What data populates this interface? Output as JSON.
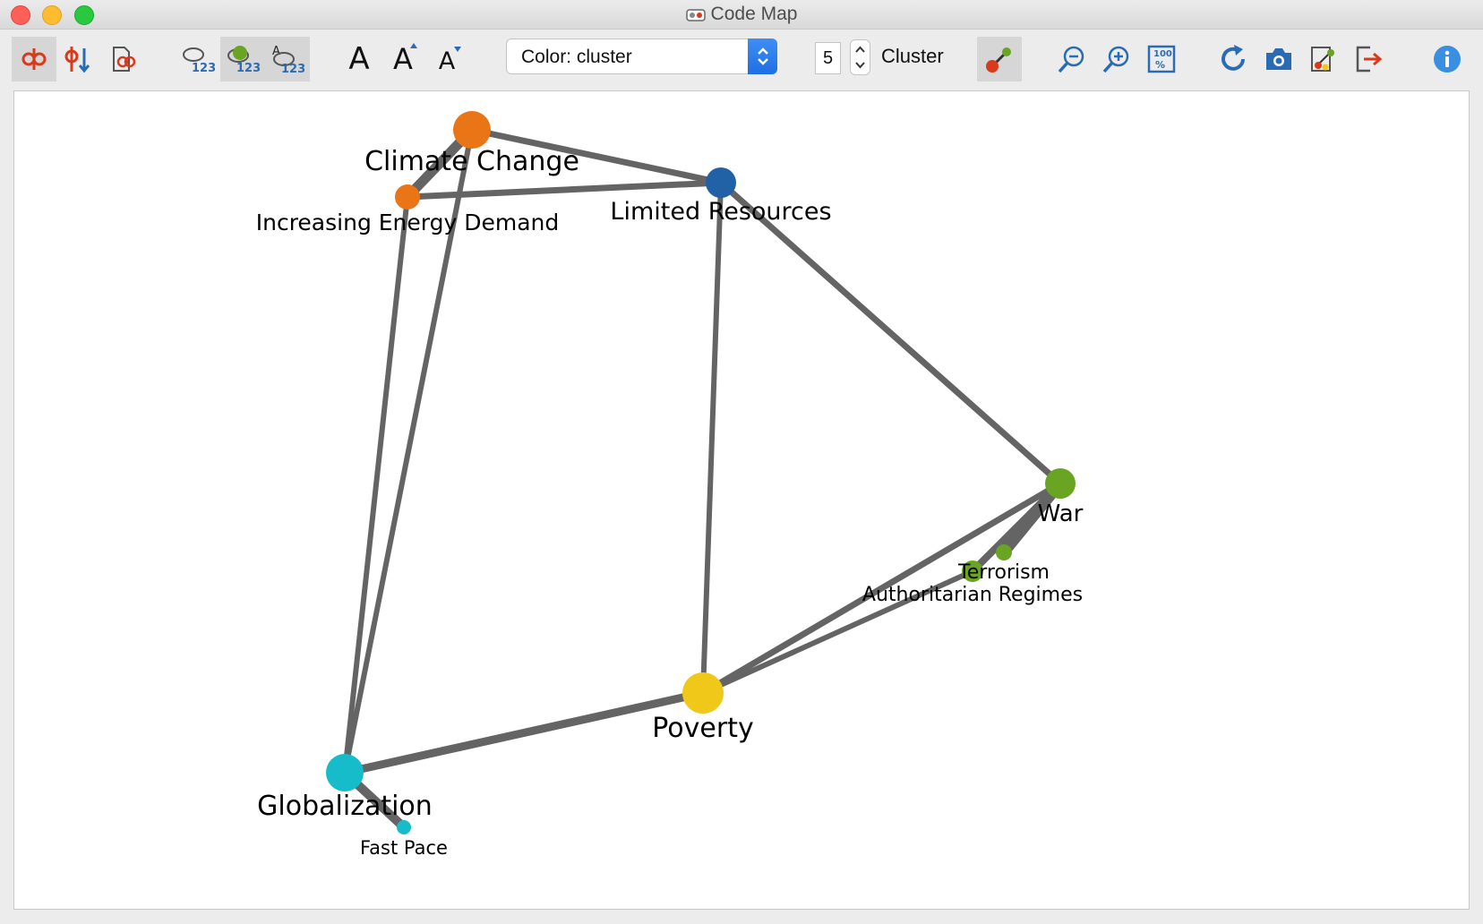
{
  "window": {
    "title": "Code Map"
  },
  "toolbar": {
    "buttons": [
      {
        "name": "link-codes-button",
        "icon": "link-codes-icon",
        "active": true
      },
      {
        "name": "sort-codes-button",
        "icon": "sort-codes-icon",
        "active": false
      },
      {
        "name": "document-codes-button",
        "icon": "document-codes-icon",
        "active": false
      },
      {
        "name": "show-frequency-button",
        "icon": "frequency-icon",
        "active": false
      },
      {
        "name": "show-node-frequency-button",
        "icon": "node-frequency-icon",
        "active": true
      },
      {
        "name": "show-label-frequency-button",
        "icon": "label-frequency-icon",
        "active": true
      }
    ],
    "font_buttons": [
      "A",
      "A",
      "A"
    ],
    "color_select": {
      "label": "Color: cluster"
    },
    "cluster_count": "5",
    "cluster_label": "Cluster",
    "zoom_icons": [
      "zoom-out-icon",
      "zoom-in-icon",
      "zoom-100-icon"
    ],
    "right_icons": [
      "refresh-icon",
      "camera-icon",
      "export-map-icon",
      "exit-icon",
      "info-icon"
    ]
  },
  "colors": {
    "orange": "#ea7516",
    "blue": "#2161a5",
    "green": "#69a423",
    "yellow": "#f0c81a",
    "cyan": "#17bccb",
    "edge": "#646464",
    "accent_red": "#d93a1c",
    "icon_blue": "#2a6cb3"
  },
  "map": {
    "nodes": [
      {
        "id": "climate",
        "label": "Climate Change",
        "cluster": "orange"
      },
      {
        "id": "energy",
        "label": "Increasing Energy Demand",
        "cluster": "orange"
      },
      {
        "id": "resources",
        "label": "Limited Resources",
        "cluster": "blue"
      },
      {
        "id": "war",
        "label": "War",
        "cluster": "green"
      },
      {
        "id": "terrorism",
        "label": "Terrorism",
        "cluster": "green"
      },
      {
        "id": "authoritarian",
        "label": "Authoritarian Regimes",
        "cluster": "green"
      },
      {
        "id": "poverty",
        "label": "Poverty",
        "cluster": "yellow"
      },
      {
        "id": "globalization",
        "label": "Globalization",
        "cluster": "cyan"
      },
      {
        "id": "fastpace",
        "label": "Fast Pace",
        "cluster": "cyan"
      }
    ],
    "edges": [
      [
        "climate",
        "energy"
      ],
      [
        "climate",
        "resources"
      ],
      [
        "climate",
        "globalization"
      ],
      [
        "energy",
        "resources"
      ],
      [
        "energy",
        "globalization"
      ],
      [
        "resources",
        "war"
      ],
      [
        "resources",
        "poverty"
      ],
      [
        "war",
        "poverty"
      ],
      [
        "war",
        "terrorism"
      ],
      [
        "war",
        "authoritarian"
      ],
      [
        "authoritarian",
        "poverty"
      ],
      [
        "poverty",
        "globalization"
      ],
      [
        "globalization",
        "fastpace"
      ]
    ]
  }
}
